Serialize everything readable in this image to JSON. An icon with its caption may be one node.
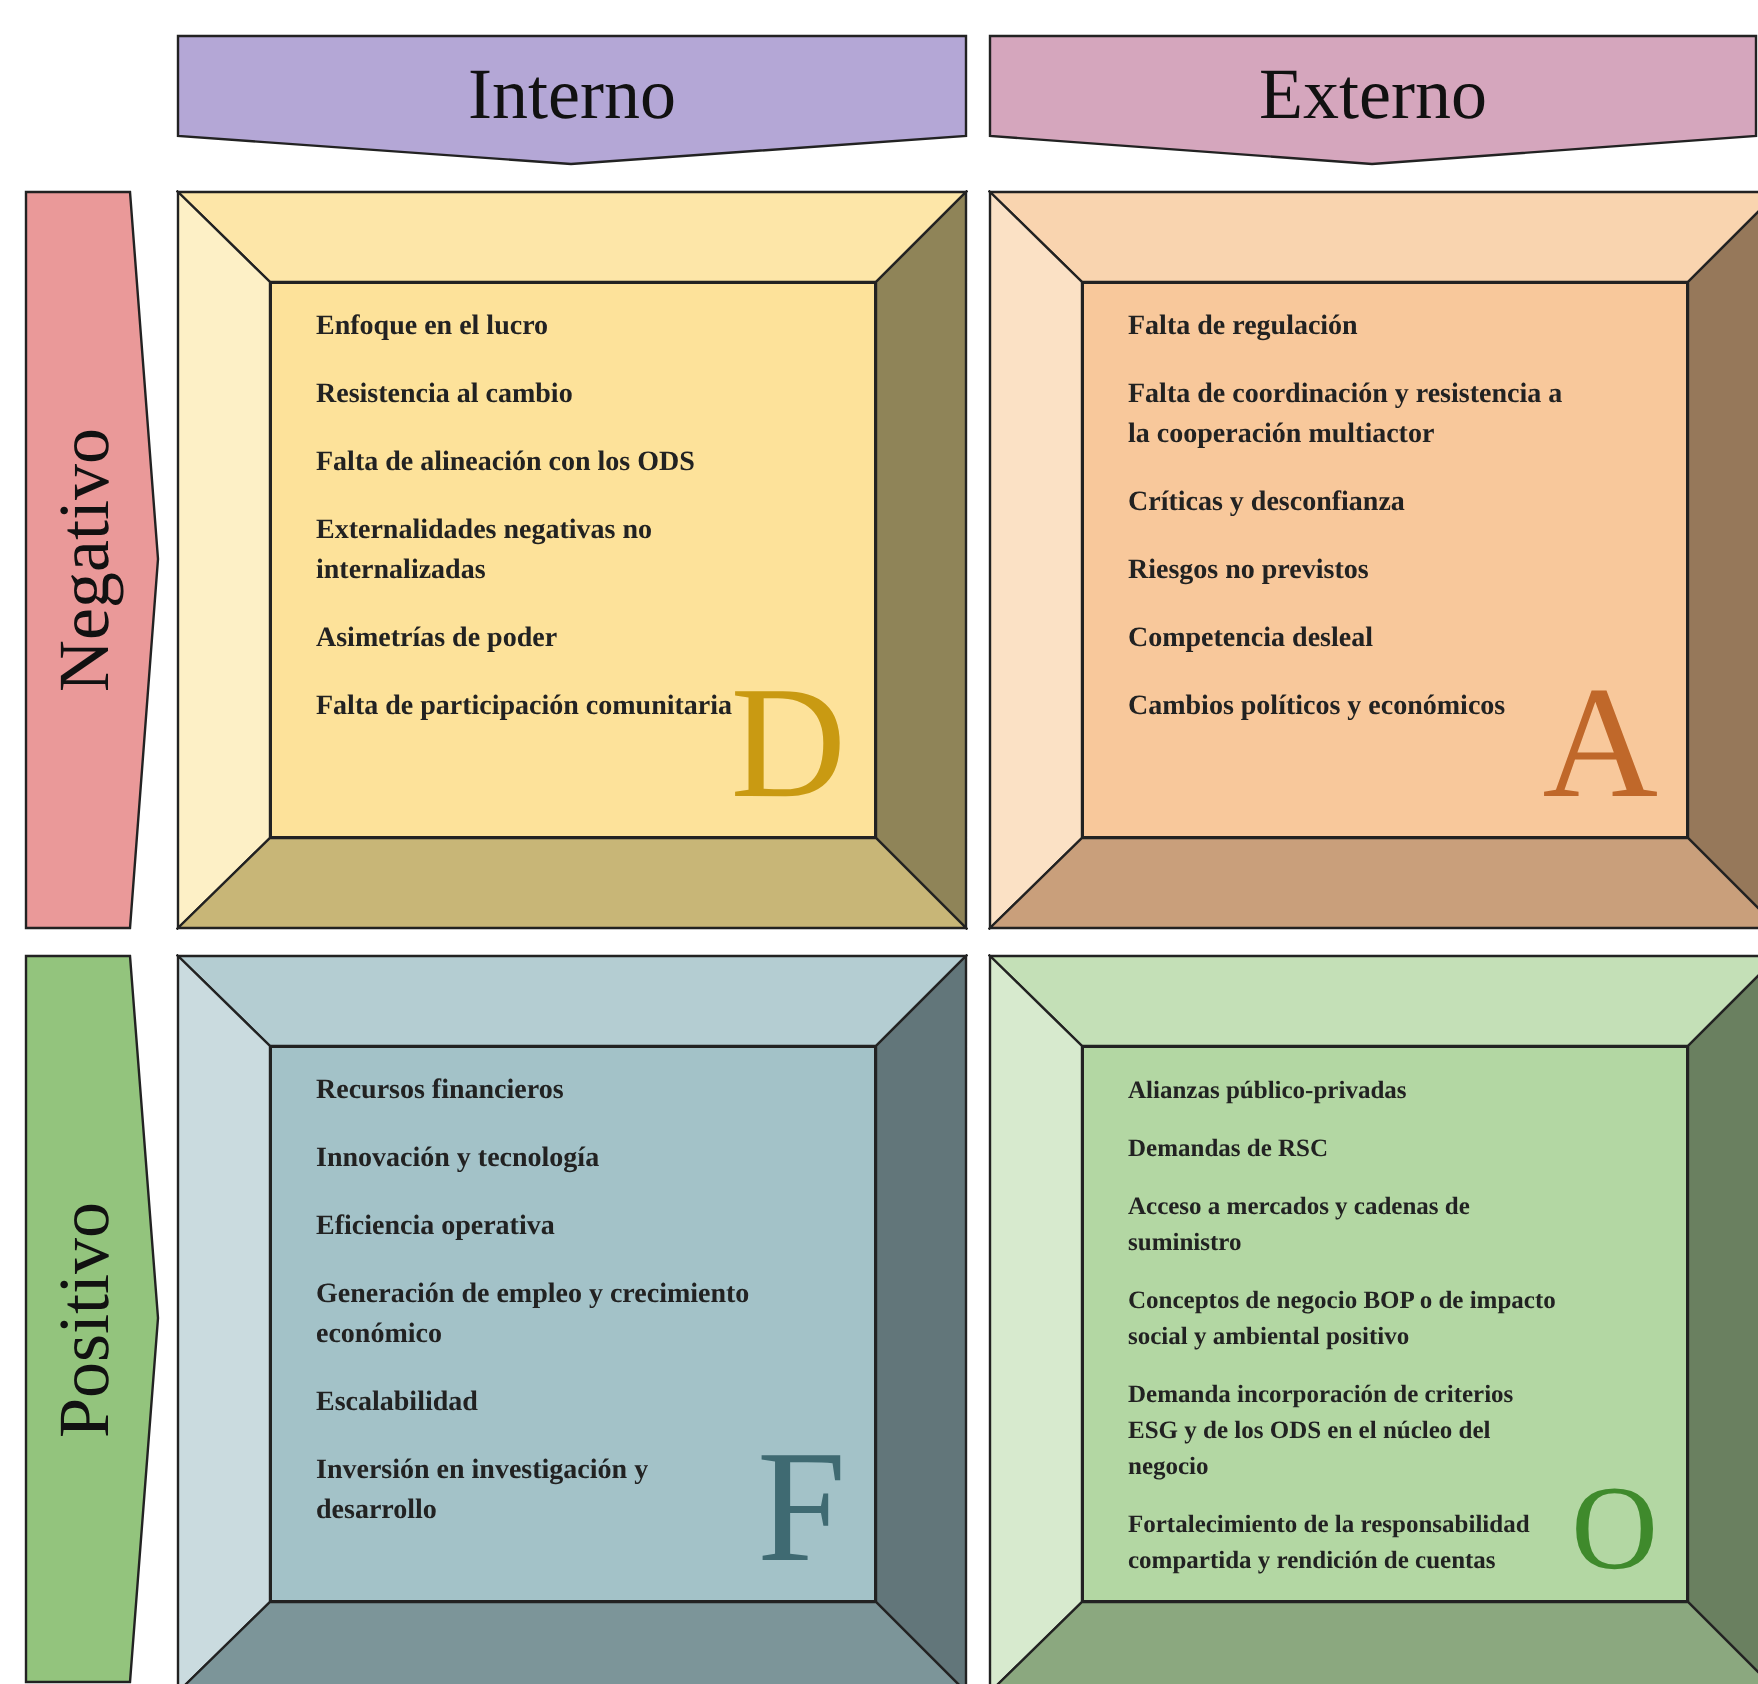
{
  "diagram": {
    "nodes": [
      {
        "text": [
          "Interno"
        ]
      },
      {
        "text": [
          "Externo"
        ]
      },
      {
        "text": [
          "Negativo"
        ]
      },
      {
        "text": [
          "D",
          "Enfoque en el lucro",
          "Resistencia al cambio",
          "Falta de alineación con los ODS",
          "Externalidades negativas no internalizadas",
          "Asimetrías de poder",
          "Falta de participación comunitaria"
        ]
      },
      {
        "text": [
          "A",
          "Falta de regulación",
          "Falta de coordinación y resistencia a la cooperación multiactor",
          "Críticas y desconfianza",
          "Riesgos no previstos",
          "Competencia desleal",
          "Cambios políticos y económicos"
        ]
      },
      {
        "text": [
          "Positivo"
        ]
      },
      {
        "text": [
          "F",
          "Recursos financieros",
          "Innovación y tecnología",
          "Eficiencia operativa",
          "Generación de empleo y crecimiento económico",
          "Escalabilidad",
          "Inversión en investigación y desarrollo"
        ]
      },
      {
        "text": [
          "O",
          "Alianzas público-privadas",
          "Demandas de RSC",
          "Acceso a mercados y cadenas de suministro",
          "Conceptos de negocio BOP o de impacto social y ambiental positivo",
          "Demanda incorporación de criterios ESG y de los ODS en el núcleo del negocio",
          "Fortalecimiento de la responsabilidad compartida y rendición de cuentas"
        ]
      }
    ],
    "edges": []
  }
}
